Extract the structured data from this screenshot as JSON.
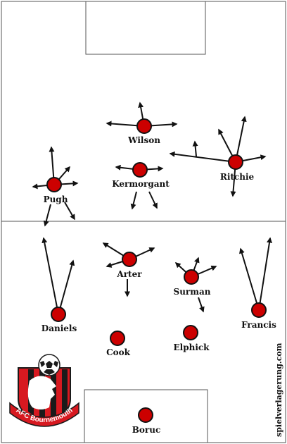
{
  "watermark": "spielverlagerung.com",
  "crest": {
    "text": "AFC Bournemouth"
  },
  "colors": {
    "player_fill": "#cc0000",
    "line": "#555555",
    "arrow": "#111111",
    "crest_red": "#d71920",
    "crest_black": "#1a1a1a"
  },
  "players": [
    {
      "id": "wilson",
      "name": "Wilson"
    },
    {
      "id": "ritchie",
      "name": "Ritchie"
    },
    {
      "id": "pugh",
      "name": "Pugh"
    },
    {
      "id": "kermorgant",
      "name": "Kermorgant"
    },
    {
      "id": "arter",
      "name": "Arter"
    },
    {
      "id": "surman",
      "name": "Surman"
    },
    {
      "id": "daniels",
      "name": "Daniels"
    },
    {
      "id": "francis",
      "name": "Francis"
    },
    {
      "id": "cook",
      "name": "Cook"
    },
    {
      "id": "elphick",
      "name": "Elphick"
    },
    {
      "id": "boruc",
      "name": "Boruc"
    }
  ]
}
